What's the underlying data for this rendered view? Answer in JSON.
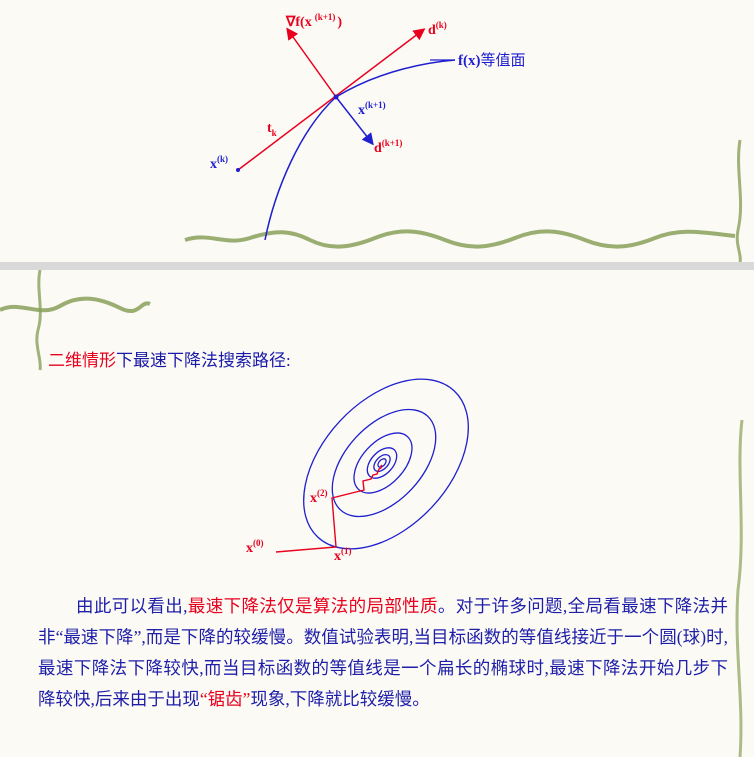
{
  "top_diagram": {
    "labels": {
      "grad_nabla": "∇",
      "grad_f": "f",
      "grad_x": "(x",
      "grad_sup": "(k+1)",
      "grad_close": ")",
      "d_k": "d",
      "d_k_sup": "(k)",
      "contour_fx": "f(x)",
      "contour_cn": "等值面",
      "x_k1": "x",
      "x_k1_sup": "(k+1)",
      "t_k": "t",
      "t_k_sub": "k",
      "x_k": "x",
      "x_k_sup": "(k)",
      "d_k1": "d",
      "d_k1_sup": "(k+1)"
    }
  },
  "bottom": {
    "heading_part1": "二维情形",
    "heading_part2": "下最速下降法搜索路径:",
    "diagram_labels": {
      "x0": "x",
      "x0_sup": "(0)",
      "x1": "x",
      "x1_sup": "(1)",
      "x2": "x",
      "x2_sup": "(2)"
    },
    "para": {
      "p1": "由此可以看出,",
      "p2": "最速下降法仅是算法的局部性质",
      "p3": "。对于许多问题,全局看最速下降法并非",
      "p4": "“最速下降”",
      "p5": ",而是下降的较缓慢。数值试验表明,当目标函数的等值线接近于一个圆(球)时,最速下降法下降较快,而当目标函数的等值线是一个扁长的椭球时,最速下降法开始几步下降较快,后来由于出现",
      "p6": "“锯齿”",
      "p7": "现象,下降就比较缓慢。"
    }
  },
  "colors": {
    "red": "#e8001e",
    "blue": "#1f1fd0",
    "text_blue": "#1e1ea8"
  }
}
